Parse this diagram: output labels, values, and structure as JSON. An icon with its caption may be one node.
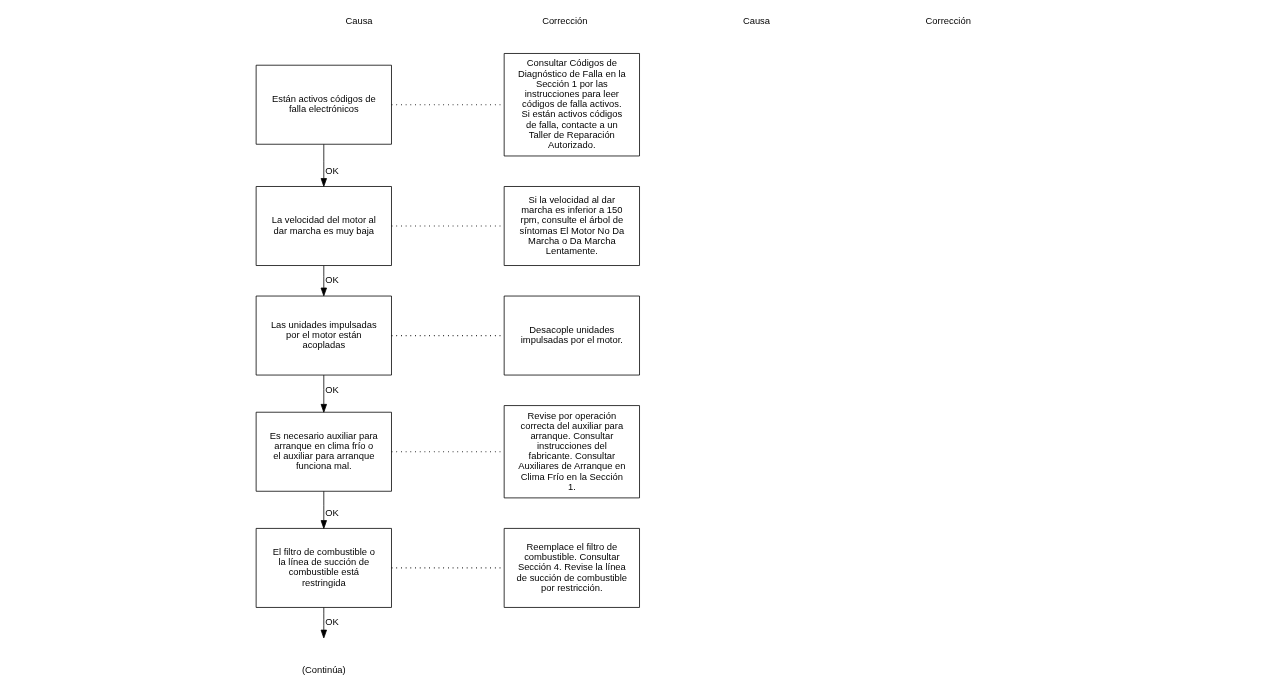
{
  "diagram": {
    "nodes": [
      {
        "text": [
          "Están activos códigos de falla electrónicos"
        ]
      },
      {
        "text": [
          "Consultar Códigos de Diagnóstico de Falla en la Sección 1 por las instrucciones para leer códigos de falla activos. Si están activos códigos de falla, contacte a un Taller de Reparación Autorizado."
        ]
      },
      {
        "text": [
          "La velocidad del motor al dar marcha es muy baja"
        ]
      },
      {
        "text": [
          "Si la velocidad al dar marcha es inferior a 150 rpm, consulte el árbol de síntomas El Motor No Da Marcha o Da Marcha Lentamente."
        ]
      },
      {
        "text": [
          "Las unidades impulsadas por el motor están acopladas"
        ]
      },
      {
        "text": [
          "Desacople unidades impulsadas por el motor."
        ]
      },
      {
        "text": [
          "Es necesario auxiliar para arranque en clima frío o el auxiliar para arranque funciona mal."
        ]
      },
      {
        "text": [
          "Revise por operación correcta del auxiliar para arranque. Consultar instrucciones del fabricante. Consultar Auxiliares de Arranque en Clima Frío en la Sección 1."
        ]
      },
      {
        "text": [
          "El filtro de combustible o la línea de succión de combustible está restringida"
        ]
      },
      {
        "text": [
          "Reemplace el filtro de combustible. Consultar Sección 4. Revise la línea de succión de combustible por restricción."
        ]
      }
    ],
    "edges": [
      {
        "from": 0,
        "to": 1,
        "arrow": "none",
        "style": "dashed"
      },
      {
        "from": 0,
        "to": 2,
        "arrow": "to",
        "label": "OK"
      },
      {
        "from": 2,
        "to": 3,
        "arrow": "none",
        "style": "dashed"
      },
      {
        "from": 2,
        "to": 4,
        "arrow": "to",
        "label": "OK"
      },
      {
        "from": 4,
        "to": 5,
        "arrow": "none",
        "style": "dashed"
      },
      {
        "from": 4,
        "to": 6,
        "arrow": "to",
        "label": "OK"
      },
      {
        "from": 6,
        "to": 7,
        "arrow": "none",
        "style": "dashed"
      },
      {
        "from": 6,
        "to": 8,
        "arrow": "to",
        "label": "OK"
      },
      {
        "from": 8,
        "to": 9,
        "arrow": "none",
        "style": "dashed"
      },
      {
        "from": 8,
        "to": null,
        "arrow": "to",
        "label": "OK"
      }
    ],
    "labels": [
      "Causa",
      "Corrección",
      "Causa",
      "Corrección",
      "(Continúa)"
    ]
  }
}
